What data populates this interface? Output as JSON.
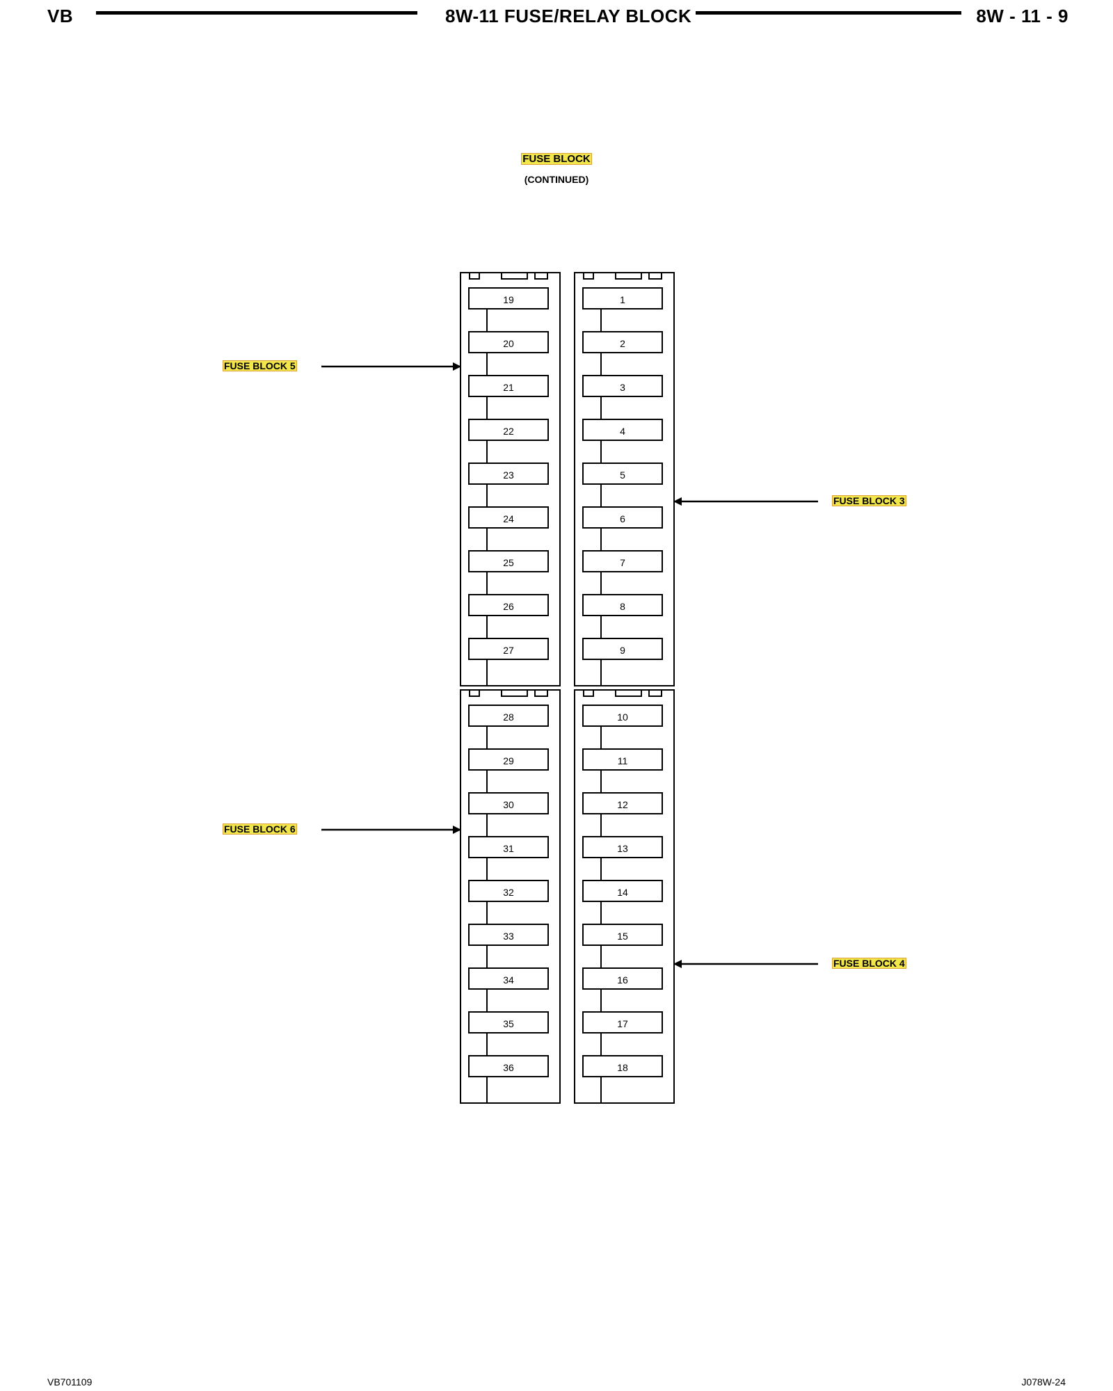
{
  "header": {
    "left": "VB",
    "center": "8W-11 FUSE/RELAY BLOCK",
    "right": "8W - 11 - 9"
  },
  "diagram": {
    "title": "FUSE BLOCK",
    "subtitle": "(CONTINUED)",
    "callouts": {
      "block5": "FUSE BLOCK 5",
      "block3": "FUSE BLOCK 3",
      "block6": "FUSE BLOCK 6",
      "block4": "FUSE BLOCK 4"
    },
    "highlight_color": "#f2e64a",
    "fuse_blocks": [
      {
        "name": "FUSE BLOCK 5",
        "fuses": [
          "19",
          "20",
          "21",
          "22",
          "23",
          "24",
          "25",
          "26",
          "27"
        ]
      },
      {
        "name": "FUSE BLOCK 3",
        "fuses": [
          "1",
          "2",
          "3",
          "4",
          "5",
          "6",
          "7",
          "8",
          "9"
        ]
      },
      {
        "name": "FUSE BLOCK 6",
        "fuses": [
          "28",
          "29",
          "30",
          "31",
          "32",
          "33",
          "34",
          "35",
          "36"
        ]
      },
      {
        "name": "FUSE BLOCK 4",
        "fuses": [
          "10",
          "11",
          "12",
          "13",
          "14",
          "15",
          "16",
          "17",
          "18"
        ]
      }
    ]
  },
  "footer": {
    "left": "VB701109",
    "right": "J078W-24"
  }
}
